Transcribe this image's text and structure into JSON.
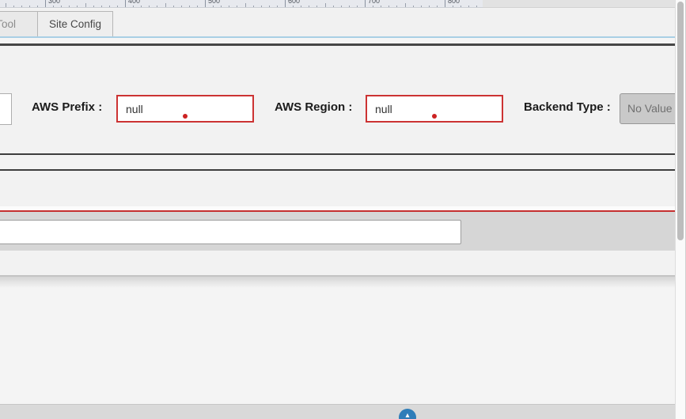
{
  "ruler": {
    "unit_labels": [
      "300",
      "400",
      "500",
      "600",
      "700",
      "800"
    ]
  },
  "tab_bar": {
    "tabs": [
      {
        "label": "y Tool",
        "active": false
      },
      {
        "label": "Site Config",
        "active": true
      }
    ]
  },
  "form": {
    "aws_prefix": {
      "label": "AWS Prefix :",
      "value": "null"
    },
    "aws_region": {
      "label": "AWS Region :",
      "value": "null"
    },
    "backend_type": {
      "label": "Backend Type :",
      "value": "No Value",
      "disabled": true
    }
  },
  "footer_input": {
    "value": ""
  },
  "footer_button": {
    "icon": "up-arrow",
    "glyph": "▴"
  },
  "colors": {
    "error_border": "#cc3333",
    "error_dot": "#cc2222",
    "tab_accent_line": "#a9cfe5",
    "red_divider": "#c53030",
    "round_button_blue": "#2f7db9",
    "dark_divider": "#3d3d3d",
    "toolbar_band": "#d6d6d6"
  }
}
